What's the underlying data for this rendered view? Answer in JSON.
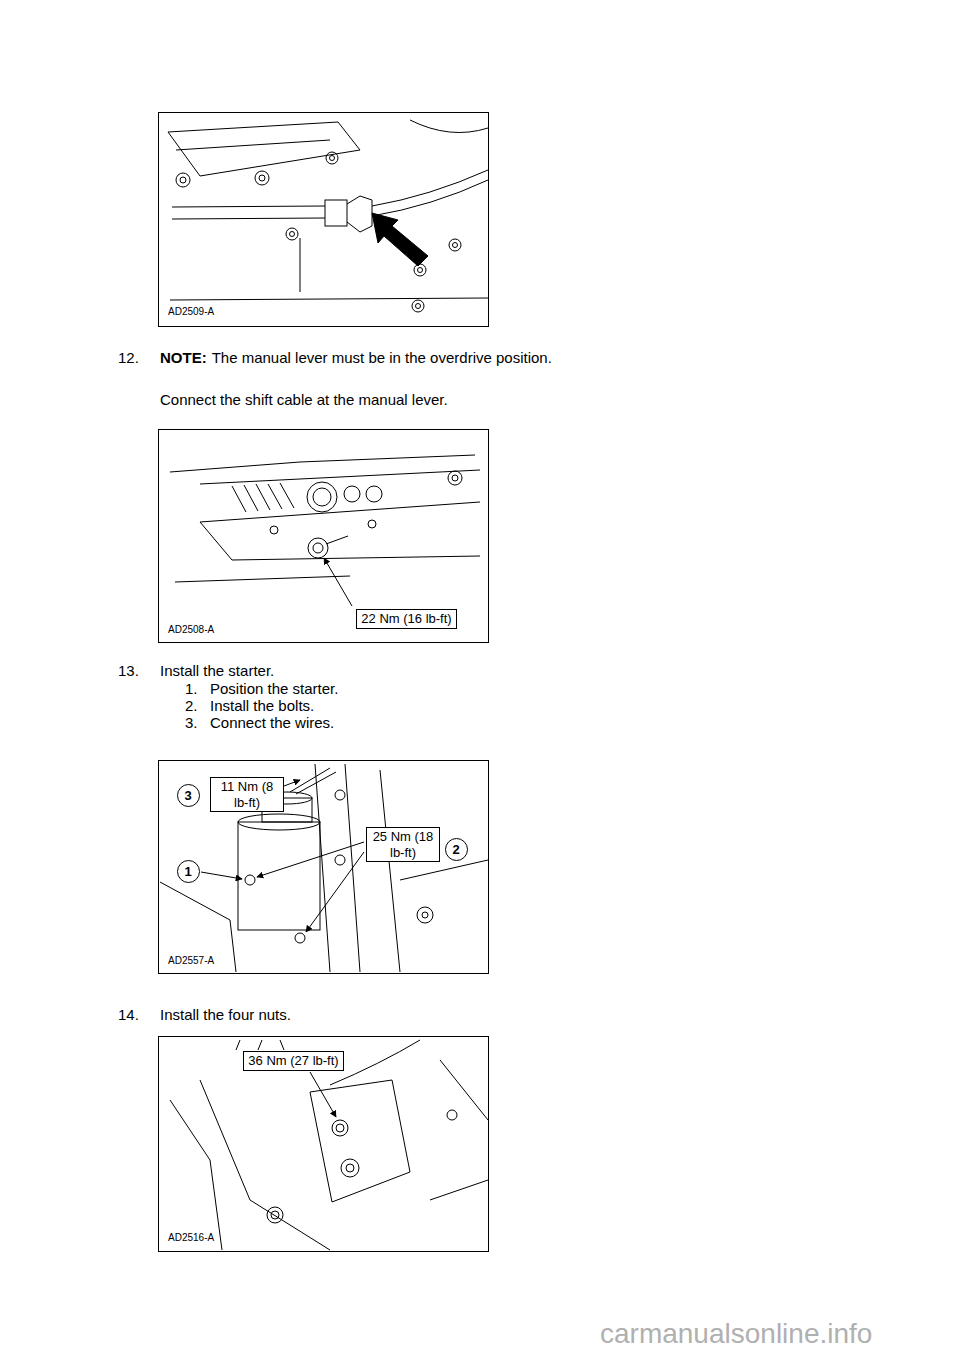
{
  "diagram": {
    "nodes": [
      {
        "text": [
          "22 Nm (16 lb-ft)"
        ]
      },
      {
        "text": [
          "3"
        ]
      },
      {
        "text": [
          "11 Nm (8 lb-ft)"
        ]
      },
      {
        "text": [
          "1"
        ]
      },
      {
        "text": [
          "25 Nm (18 lb-ft)"
        ]
      },
      {
        "text": [
          "2"
        ]
      },
      {
        "text": [
          "36 Nm (27 lb-ft)"
        ]
      }
    ],
    "labels": [
      "AD2509-A",
      "12.",
      "NOTE:",
      "The manual lever must be in the overdrive position.",
      "Connect the shift cable at the manual lever.",
      "AD2508-A",
      "13.",
      "Install the starter.",
      "1.",
      "Position the starter.",
      "2.",
      "Install the bolts.",
      "3.",
      "Connect the wires.",
      "AD2557-A",
      "14.",
      "Install the four nuts.",
      "AD2516-A",
      "carmanualsonline.info"
    ]
  }
}
